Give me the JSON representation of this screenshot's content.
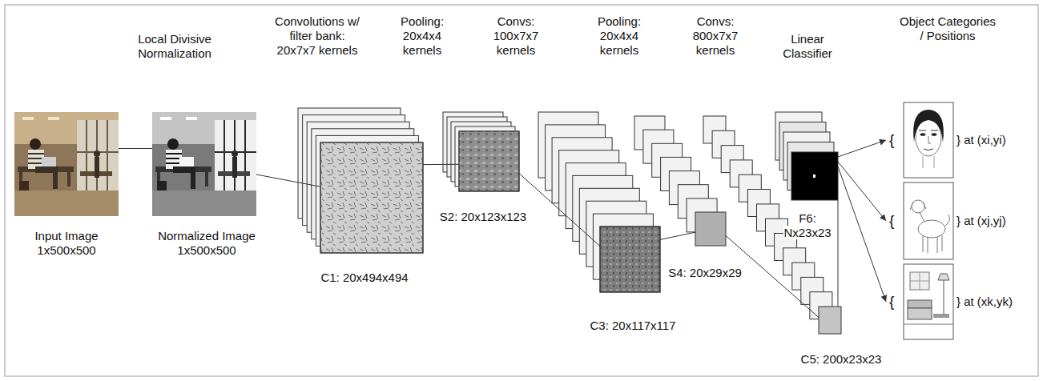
{
  "diagram": {
    "nodes": [
      {
        "text": [
          "Input Image 1x500x500"
        ]
      },
      {
        "text": [
          "Normalized Image 1x500x500"
        ]
      },
      {
        "text": [
          "C1: 20x494x494"
        ]
      },
      {
        "text": [
          "S2: 20x123x123"
        ]
      },
      {
        "text": [
          "C3: 20x117x117"
        ]
      },
      {
        "text": [
          "S4: 20x29x29"
        ]
      },
      {
        "text": [
          "C5: 200x23x23"
        ]
      },
      {
        "text": [
          "F6: Nx23x23"
        ]
      },
      {
        "text": [
          "{",
          "} at (xi,yi)"
        ]
      },
      {
        "text": [
          "{",
          "} at (xj,yj)"
        ]
      },
      {
        "text": [
          "{",
          "} at (xk,yk)"
        ]
      }
    ],
    "edges": [
      {
        "from": 0,
        "to": 1,
        "arrow": "none"
      },
      {
        "from": 1,
        "to": 2,
        "arrow": "none"
      },
      {
        "from": 2,
        "to": 3,
        "arrow": "none"
      },
      {
        "from": 3,
        "to": 4,
        "arrow": "none"
      },
      {
        "from": 4,
        "to": 5,
        "arrow": "none"
      },
      {
        "from": 5,
        "to": 6,
        "arrow": "none"
      },
      {
        "from": 6,
        "to": 7,
        "arrow": "none"
      },
      {
        "from": 7,
        "to": 8,
        "arrow": "to"
      },
      {
        "from": 7,
        "to": 9,
        "arrow": "to"
      },
      {
        "from": 7,
        "to": 10,
        "arrow": "to"
      }
    ],
    "labels": [
      "Local Divisive Normalization",
      "Convolutions w/ filter bank: 20x7x7 kernels",
      "Pooling: 20x4x4 kernels",
      "Convs: 100x7x7 kernels",
      "Pooling: 20x4x4 kernels",
      "Convs: 800x7x7 kernels",
      "Linear Classifier",
      "Object Categories / Positions"
    ]
  }
}
